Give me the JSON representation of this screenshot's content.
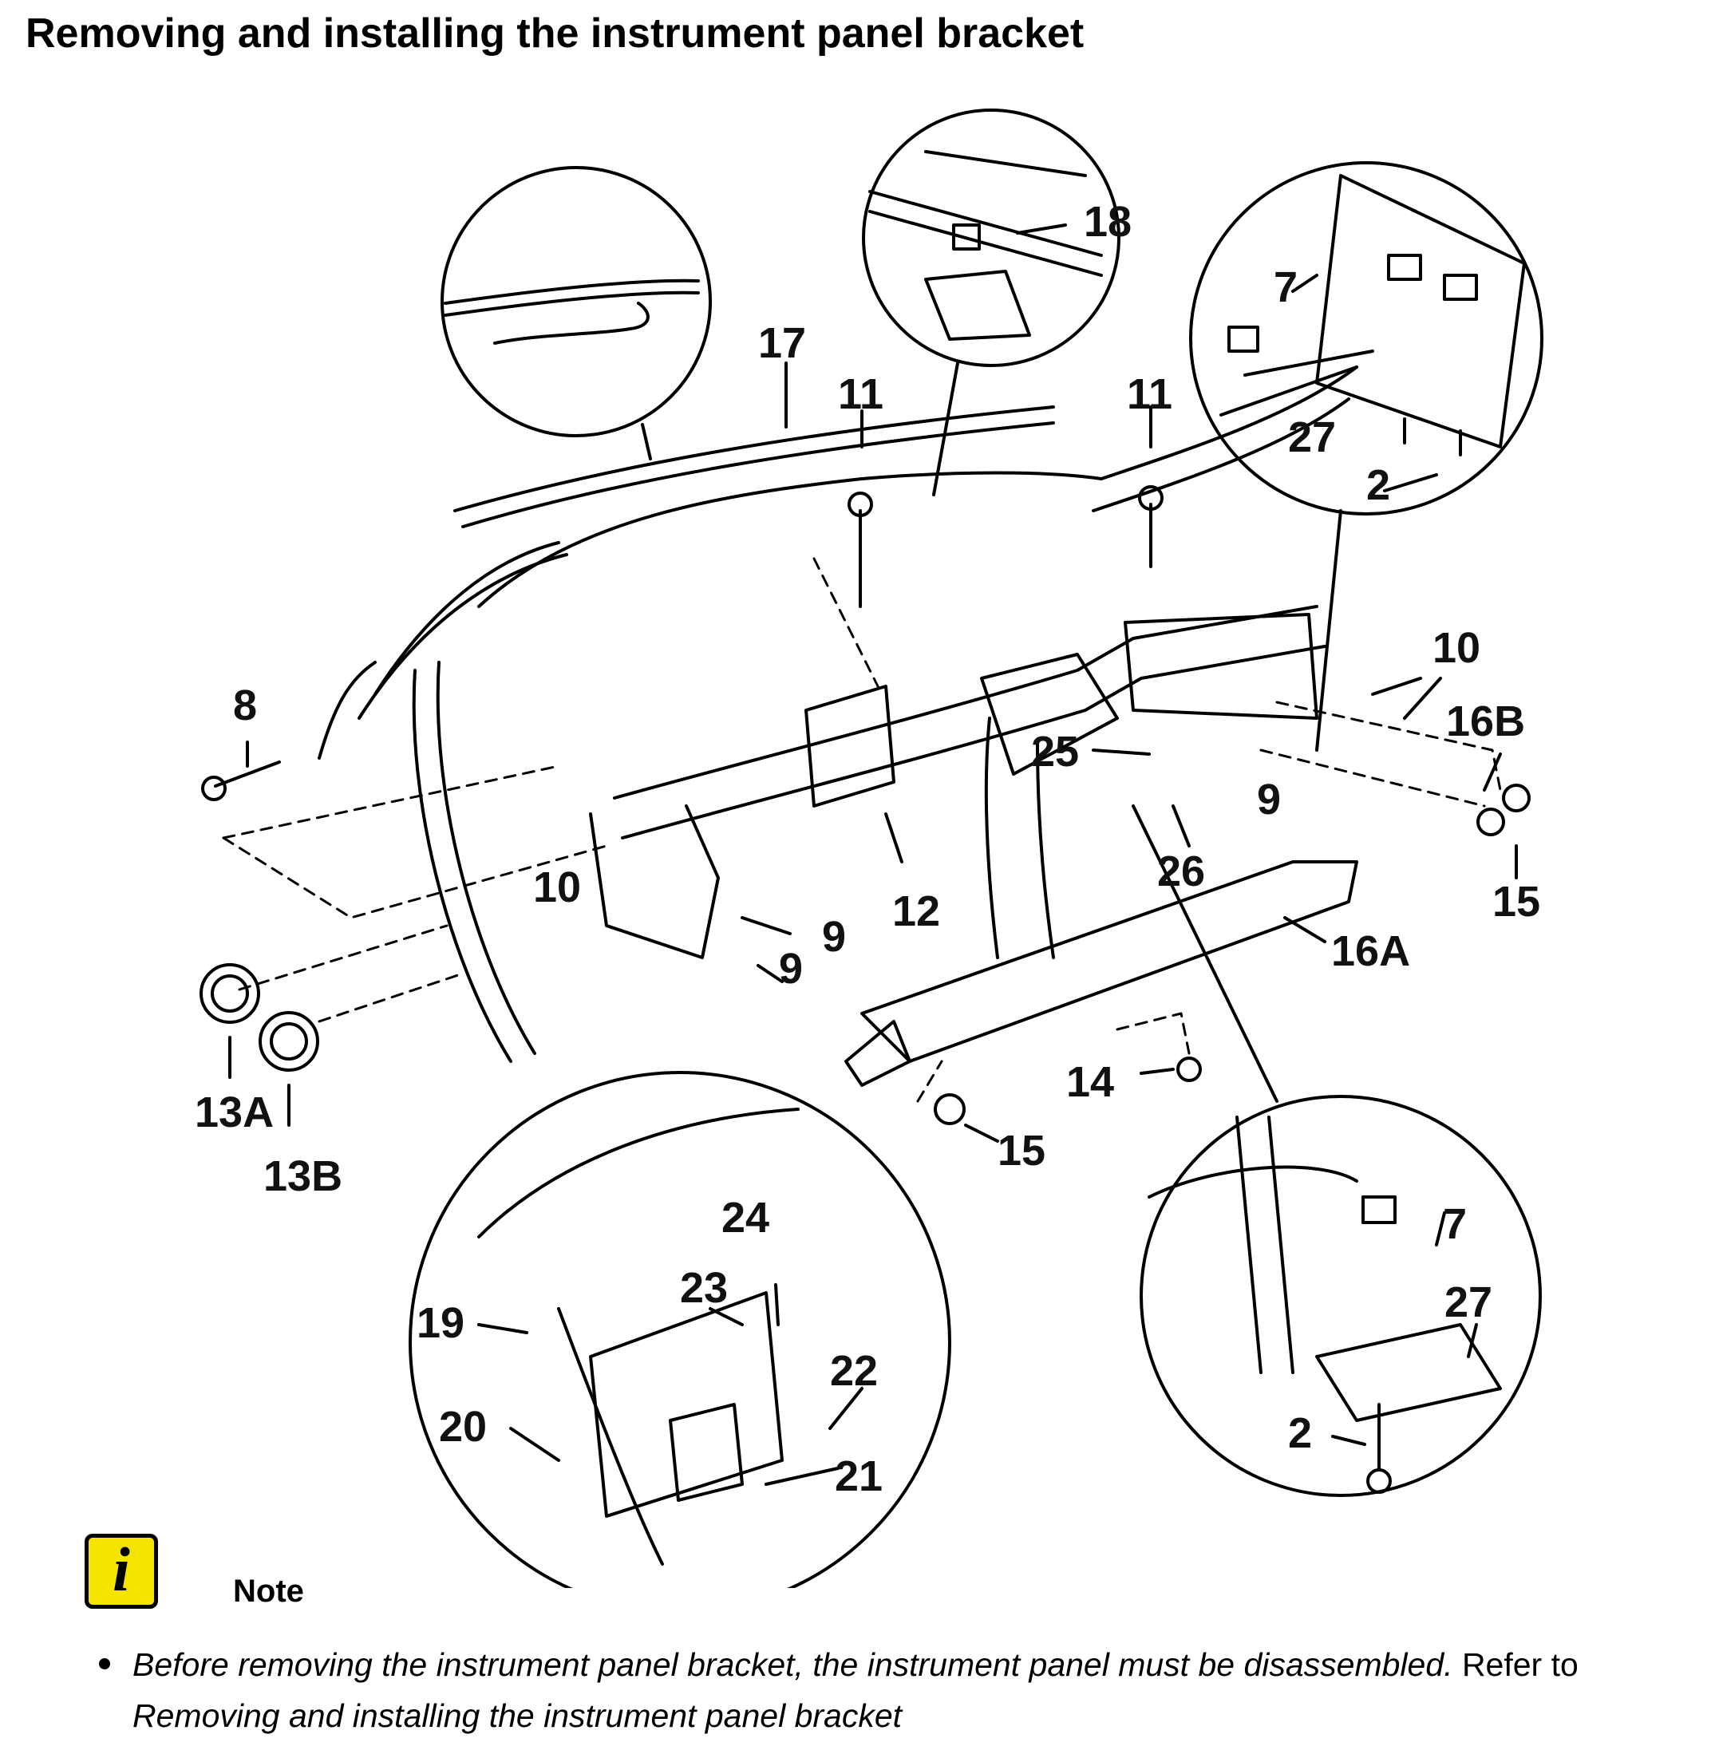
{
  "page": {
    "title": "Removing and installing the instrument panel bracket"
  },
  "diagram": {
    "callouts": [
      {
        "id": "17",
        "label": "17"
      },
      {
        "id": "11a",
        "label": "11"
      },
      {
        "id": "18",
        "label": "18"
      },
      {
        "id": "11b",
        "label": "11"
      },
      {
        "id": "7a",
        "label": "7"
      },
      {
        "id": "27a",
        "label": "27"
      },
      {
        "id": "2a",
        "label": "2"
      },
      {
        "id": "10a",
        "label": "10"
      },
      {
        "id": "16B",
        "label": "16B"
      },
      {
        "id": "8",
        "label": "8"
      },
      {
        "id": "25",
        "label": "25"
      },
      {
        "id": "9a",
        "label": "9"
      },
      {
        "id": "15a",
        "label": "15"
      },
      {
        "id": "26",
        "label": "26"
      },
      {
        "id": "10b",
        "label": "10"
      },
      {
        "id": "12",
        "label": "12"
      },
      {
        "id": "9b",
        "label": "9"
      },
      {
        "id": "9c",
        "label": "9"
      },
      {
        "id": "16A",
        "label": "16A"
      },
      {
        "id": "13A",
        "label": "13A"
      },
      {
        "id": "13B",
        "label": "13B"
      },
      {
        "id": "14",
        "label": "14"
      },
      {
        "id": "15b",
        "label": "15"
      },
      {
        "id": "24",
        "label": "24"
      },
      {
        "id": "23",
        "label": "23"
      },
      {
        "id": "19",
        "label": "19"
      },
      {
        "id": "22",
        "label": "22"
      },
      {
        "id": "20",
        "label": "20"
      },
      {
        "id": "21",
        "label": "21"
      },
      {
        "id": "7b",
        "label": "7"
      },
      {
        "id": "27b",
        "label": "27"
      },
      {
        "id": "2b",
        "label": "2"
      }
    ]
  },
  "note": {
    "icon": "info-icon",
    "icon_glyph": "i",
    "icon_color": "#f4e400",
    "label": "Note",
    "bullet_text": "Before removing the instrument panel bracket, the instrument panel must be disassembled.",
    "refer_text": "Refer to",
    "link_text": "Removing and installing the instrument panel bracket"
  }
}
